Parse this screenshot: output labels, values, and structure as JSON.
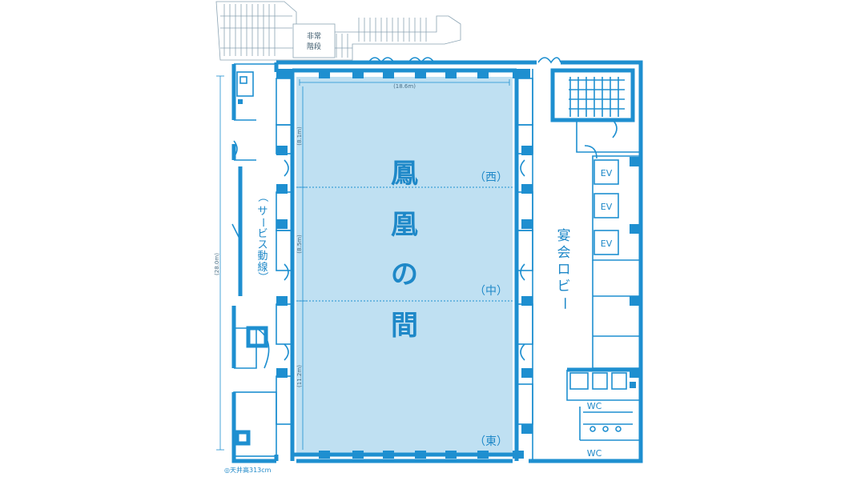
{
  "hall": {
    "name_chars": [
      "鳳",
      "凰",
      "の",
      "間"
    ],
    "sections": [
      "（西）",
      "（中）",
      "（東）"
    ],
    "dims": {
      "width": "(18.6m)",
      "west": "(8.1m)",
      "middle": "(8.5m)",
      "east": "(11.2m)",
      "total": "(28.0m)"
    }
  },
  "labels": {
    "service_corridor": [
      "（",
      "サ",
      "ー",
      "ビ",
      "ス",
      "動",
      "線",
      "）"
    ],
    "lobby": [
      "宴",
      "会",
      "ロ",
      "ビ",
      "ー"
    ],
    "emergency_stairs": [
      "非常",
      "階段"
    ],
    "ev": [
      "EV",
      "EV",
      "EV"
    ],
    "wc": [
      "WC",
      "WC"
    ],
    "ceiling_note": "◎天井高313cm"
  },
  "colors": {
    "wall": "#1e8fd0",
    "hall_fill": "#bfe0f2",
    "text": "#1e88c8"
  }
}
